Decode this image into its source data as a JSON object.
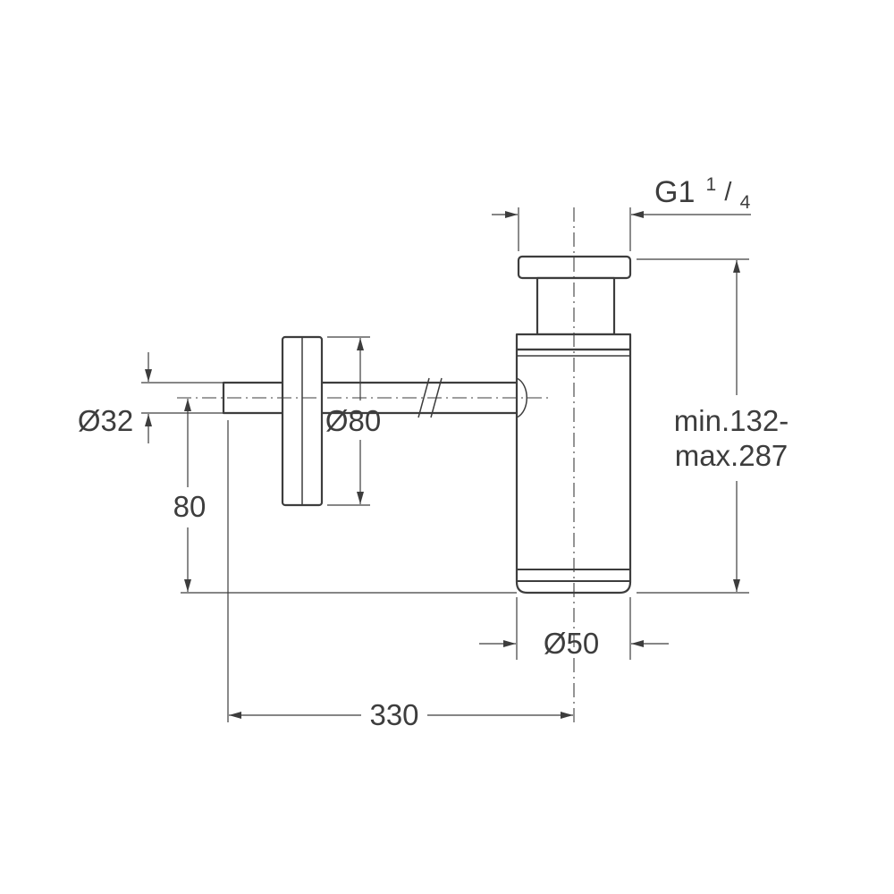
{
  "drawing": {
    "type": "technical-dimension-drawing",
    "subject": "bottle-trap-siphon",
    "labels": {
      "thread_size": {
        "base": "G1",
        "sup": "1",
        "slash": "/",
        "sub": "4"
      },
      "pipe_diameter": "Ø32",
      "flange_diameter": "Ø80",
      "center_height": "80",
      "height_range_line1": "min.132-",
      "height_range_line2": "max.287",
      "body_diameter": "Ø50",
      "length": "330"
    },
    "colors": {
      "line": "#3d3d3d",
      "background": "#ffffff"
    }
  }
}
